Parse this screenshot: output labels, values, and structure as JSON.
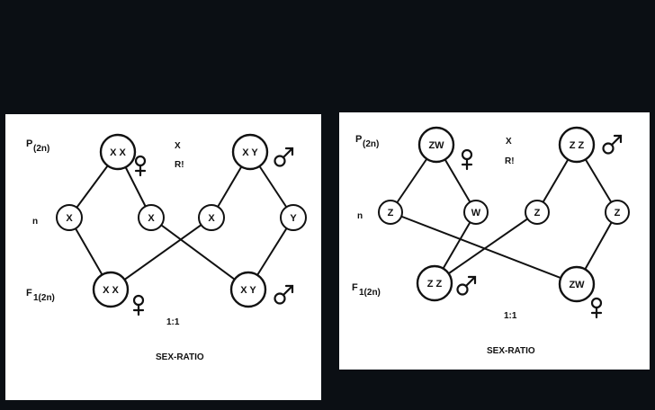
{
  "panels": [
    {
      "id": "left",
      "labels": {
        "parent": "P",
        "parent_sub": "(2n)",
        "gamete": "n",
        "f1": "F",
        "f1_sub": "1(2n)",
        "cross_x": "X",
        "cross_r": "R!",
        "ratio": "1:1",
        "title": "SEX-RATIO"
      },
      "parents": [
        {
          "genotype": "X X",
          "sex": "female"
        },
        {
          "genotype": "X Y",
          "sex": "male"
        }
      ],
      "gametes": [
        "X",
        "X",
        "X",
        "Y"
      ],
      "offspring": [
        {
          "genotype": "X X",
          "sex": "female"
        },
        {
          "genotype": "X Y",
          "sex": "male"
        }
      ]
    },
    {
      "id": "right",
      "labels": {
        "parent": "P",
        "parent_sub": "(2n)",
        "gamete": "n",
        "f1": "F",
        "f1_sub": "1(2n)",
        "cross_x": "X",
        "cross_r": "R!",
        "ratio": "1:1",
        "title": "SEX-RATIO"
      },
      "parents": [
        {
          "genotype": "ZW",
          "sex": "female"
        },
        {
          "genotype": "Z Z",
          "sex": "male"
        }
      ],
      "gametes": [
        "Z",
        "W",
        "Z",
        "Z"
      ],
      "offspring": [
        {
          "genotype": "Z Z",
          "sex": "male"
        },
        {
          "genotype": "ZW",
          "sex": "female"
        }
      ]
    }
  ]
}
